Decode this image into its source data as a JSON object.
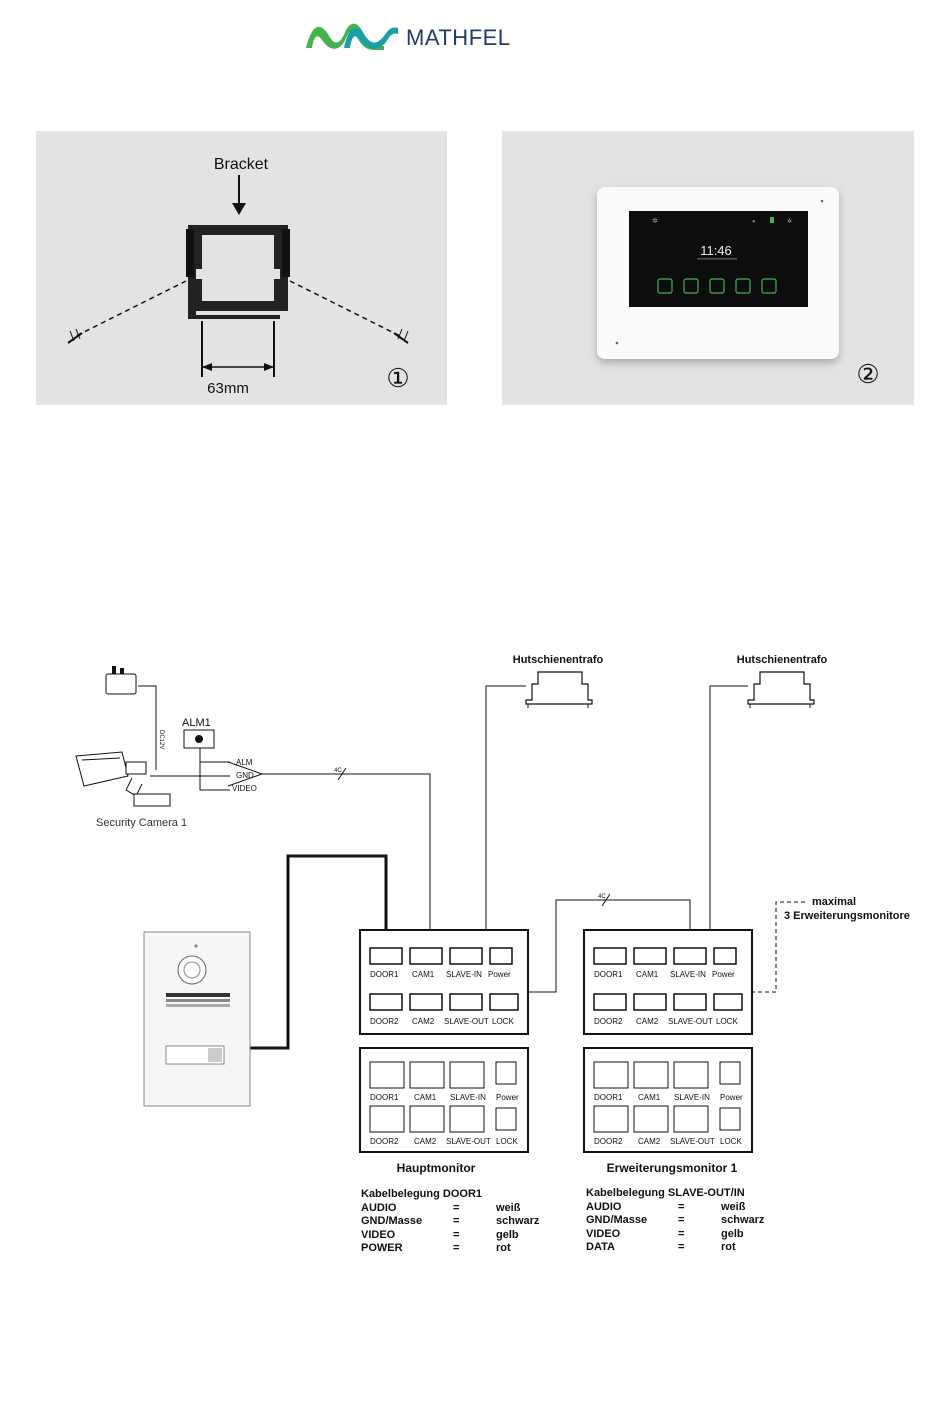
{
  "brand": {
    "name": "MATHFEL",
    "colors": {
      "green": "#3fb449",
      "teal": "#18a0a8",
      "navy": "#1f3a7a"
    }
  },
  "figure1": {
    "bracket_label": "Bracket",
    "dimension": "63mm",
    "number": "①"
  },
  "figure2": {
    "clock": "11:46",
    "number": "②"
  },
  "wiring": {
    "transformer_left": "Hutschienentrafo",
    "transformer_right": "Hutschienentrafo",
    "alarm_label": "ALM1",
    "camera_ports": [
      "ALM",
      "GND",
      "VIDEO"
    ],
    "camera_label": "Security Camera 1",
    "cable_dc": "DC12V",
    "cable_4c_a": "4C",
    "cable_4c_b": "4C",
    "max_label_line1": "maximal",
    "max_label_line2": "3 Erweiterungsmonitore",
    "main_monitor": {
      "title": "Hauptmonitor",
      "top_row": [
        "DOOR1",
        "CAM1",
        "SLAVE-IN",
        "Power"
      ],
      "bottom_row": [
        "DOOR2",
        "CAM2",
        "SLAVE-OUT",
        "LOCK"
      ],
      "back_top": [
        "DOOR1",
        "CAM1",
        "SLAVE-IN",
        "Power"
      ],
      "back_bottom": [
        "DOOR2",
        "CAM2",
        "SLAVE-OUT",
        "LOCK"
      ]
    },
    "ext_monitor": {
      "title": "Erweiterungsmonitor 1",
      "top_row": [
        "DOOR1",
        "CAM1",
        "SLAVE-IN",
        "Power"
      ],
      "bottom_row": [
        "DOOR2",
        "CAM2",
        "SLAVE-OUT",
        "LOCK"
      ],
      "back_top": [
        "DOOR1",
        "CAM1",
        "SLAVE-IN",
        "Power"
      ],
      "back_bottom": [
        "DOOR2",
        "CAM2",
        "SLAVE-OUT",
        "LOCK"
      ]
    }
  },
  "table_door1": {
    "title": "Kabelbelegung DOOR1",
    "rows": [
      {
        "signal": "AUDIO",
        "eq": "=",
        "color": "weiß"
      },
      {
        "signal": "GND/Masse",
        "eq": "=",
        "color": "schwarz"
      },
      {
        "signal": "VIDEO",
        "eq": "=",
        "color": "gelb"
      },
      {
        "signal": "POWER",
        "eq": "=",
        "color": "rot"
      }
    ]
  },
  "table_slave": {
    "title": "Kabelbelegung SLAVE-OUT/IN",
    "rows": [
      {
        "signal": "AUDIO",
        "eq": "=",
        "color": "weiß"
      },
      {
        "signal": "GND/Masse",
        "eq": "=",
        "color": "schwarz"
      },
      {
        "signal": "VIDEO",
        "eq": "=",
        "color": "gelb"
      },
      {
        "signal": "DATA",
        "eq": "=",
        "color": "rot"
      }
    ]
  }
}
